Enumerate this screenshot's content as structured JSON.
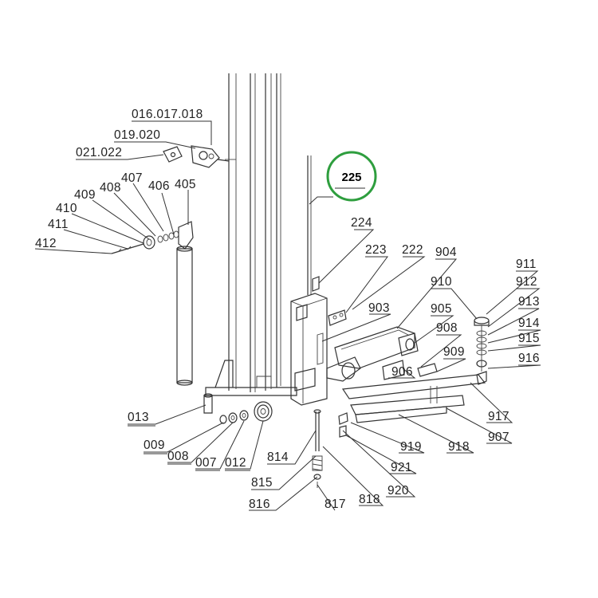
{
  "highlight": {
    "label": "225",
    "color": "#2e9e3e"
  },
  "callouts": [
    "016.017.018",
    "019.020",
    "021.022",
    "407",
    "408",
    "409",
    "410",
    "411",
    "412",
    "406",
    "405",
    "224",
    "223",
    "222",
    "904",
    "903",
    "911",
    "912",
    "913",
    "914",
    "915",
    "916",
    "910",
    "905",
    "908",
    "909",
    "906",
    "917",
    "907",
    "918",
    "919",
    "921",
    "920",
    "013",
    "009",
    "008",
    "007",
    "012",
    "814",
    "815",
    "816",
    "817",
    "818"
  ]
}
